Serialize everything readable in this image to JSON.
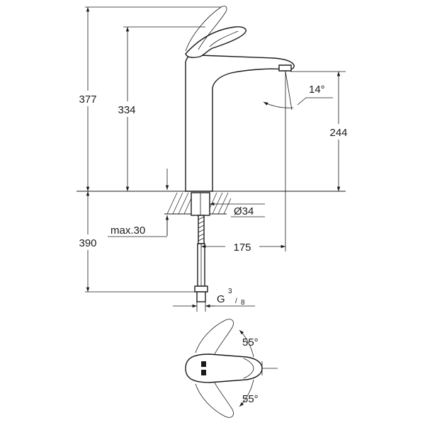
{
  "dimensions": {
    "total_height": "377",
    "spout_height": "334",
    "outlet_height": "244",
    "spout_angle": "14°",
    "below_deck": "390",
    "max_deck": "max.30",
    "hole_diameter": "Ø34",
    "reach": "175",
    "connection_main": "G",
    "connection_num": "3",
    "connection_den": "8",
    "lever_angle_top": "55°",
    "lever_angle_bottom": "55°"
  }
}
